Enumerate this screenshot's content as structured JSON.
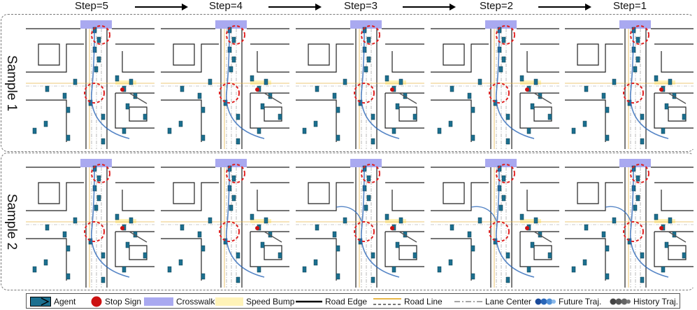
{
  "header": {
    "steps": [
      "Step=5",
      "Step=4",
      "Step=3",
      "Step=2",
      "Step=1"
    ]
  },
  "samples": [
    {
      "label": "Sample 1"
    },
    {
      "label": "Sample 2"
    }
  ],
  "legend": {
    "agent": "Agent",
    "stop_sign": "Stop Sign",
    "crosswalk": "Crosswalk",
    "speed_bump": "Speed Bump",
    "road_edge": "Road Edge",
    "road_line": "Road Line",
    "lane_center": "Lane Center",
    "future_traj": "Future Traj.",
    "history_traj": "History Traj."
  },
  "colors": {
    "agent": "#1b6f8f",
    "stop_sign": "#cc1111",
    "crosswalk": "#a9a9f0",
    "speed_bump": "#fff3b8",
    "road_line": "#e8b84a",
    "future_traj": "#2a66b8",
    "history_traj": "#555555",
    "highlight": "#e02020"
  }
}
